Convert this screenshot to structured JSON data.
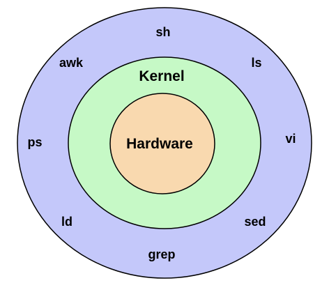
{
  "diagram": {
    "layers": {
      "outer": {
        "color": "#c4c8fa",
        "stroke": "#000000"
      },
      "kernel": {
        "label": "Kernel",
        "color": "#c6f9c6",
        "stroke": "#000000"
      },
      "hardware": {
        "label": "Hardware",
        "color": "#f9d9af",
        "stroke": "#000000"
      }
    },
    "utilities": {
      "sh": "sh",
      "ls": "ls",
      "vi": "vi",
      "sed": "sed",
      "grep": "grep",
      "ld": "ld",
      "ps": "ps",
      "awk": "awk"
    }
  }
}
